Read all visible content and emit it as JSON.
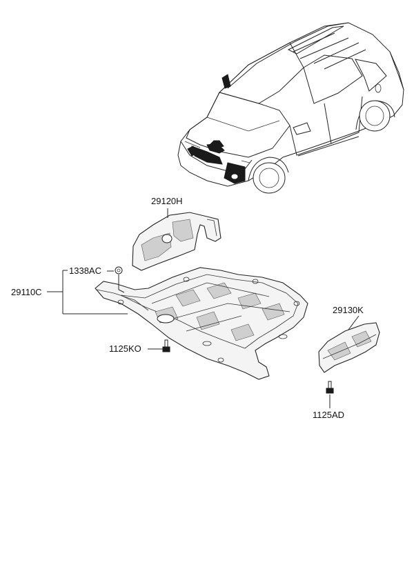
{
  "labels": {
    "p29120H": "29120H",
    "p1338AC": "1338AC",
    "p29110C": "29110C",
    "p29130K": "29130K",
    "p1125KO": "1125KO",
    "p1125AD": "1125AD"
  }
}
